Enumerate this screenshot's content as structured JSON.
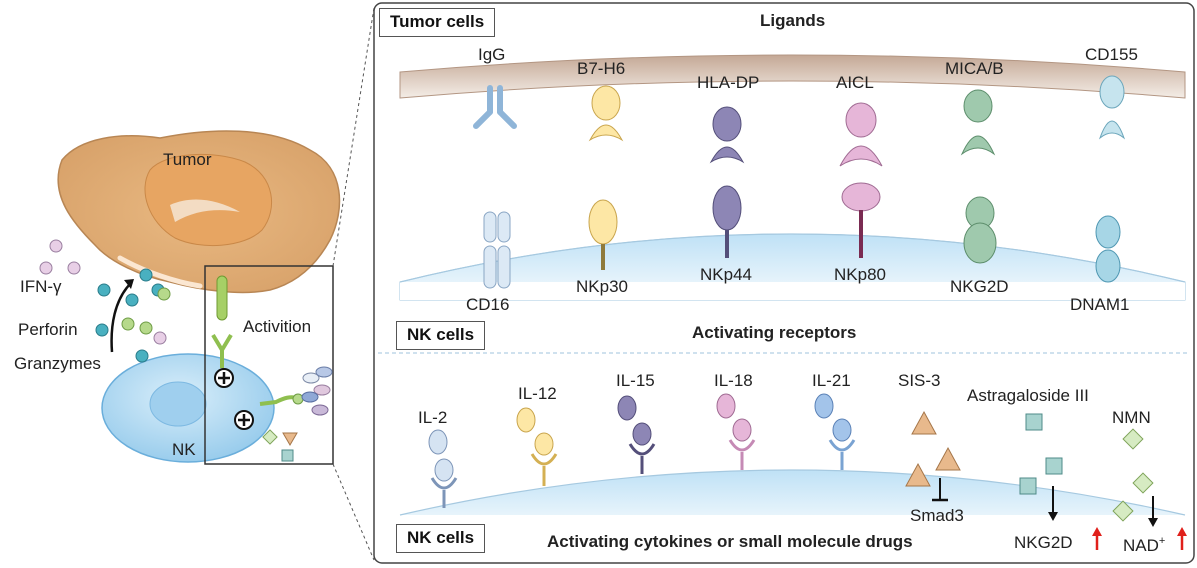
{
  "left_panel": {
    "tumor_label": "Tumor",
    "nk_label": "NK",
    "ifn_label": "IFN-γ",
    "perforin_label": "Perforin",
    "granzymes_label": "Granzymes",
    "activation_label": "Activition"
  },
  "top_panel": {
    "tumor_box": "Tumor cells",
    "ligands_title": "Ligands",
    "nk_box": "NK cells",
    "receptors_title": "Activating receptors",
    "ligands": [
      "IgG",
      "B7-H6",
      "HLA-DP",
      "AICL",
      "MICA/B",
      "CD155"
    ],
    "receptors": [
      "CD16",
      "NKp30",
      "NKp44",
      "NKp80",
      "NKG2D",
      "DNAM1"
    ]
  },
  "bottom_panel": {
    "nk_box": "NK cells",
    "title": "Activating cytokines or small molecule drugs",
    "cytokines": [
      "IL-2",
      "IL-12",
      "IL-15",
      "IL-18",
      "IL-21"
    ],
    "drugs": [
      "SIS-3",
      "Astragaloside III",
      "NMN"
    ],
    "smad3": "Smad3",
    "nkg2d": "NKG2D",
    "nad": "NAD",
    "nad_sup": "+"
  },
  "colors": {
    "tumor": "#deaa73",
    "nk": "#bfe0f3",
    "membrane_top": "#c9ad98",
    "membrane_nk": "#cfe8f8",
    "up_arrow": "#e0201b"
  }
}
